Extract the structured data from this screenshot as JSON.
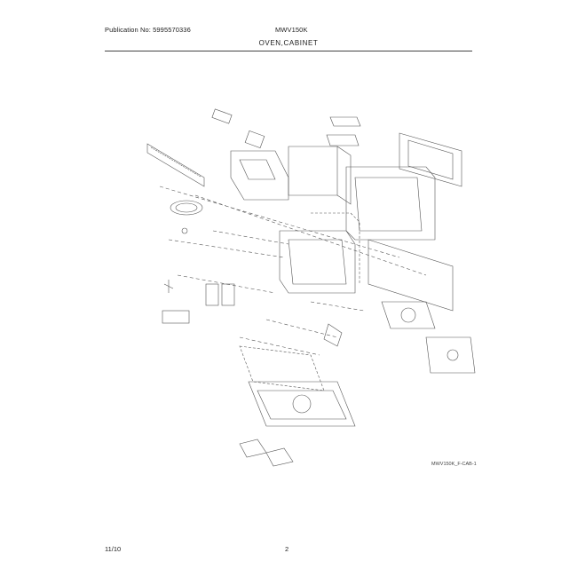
{
  "header": {
    "publication": "Publication No: 5995570336",
    "model": "MWV150K"
  },
  "section_title": "OVEN,CABINET",
  "diagram": {
    "code": "MWV150K_F-CAB-1"
  },
  "footer": {
    "date": "11/10",
    "page": "2"
  }
}
